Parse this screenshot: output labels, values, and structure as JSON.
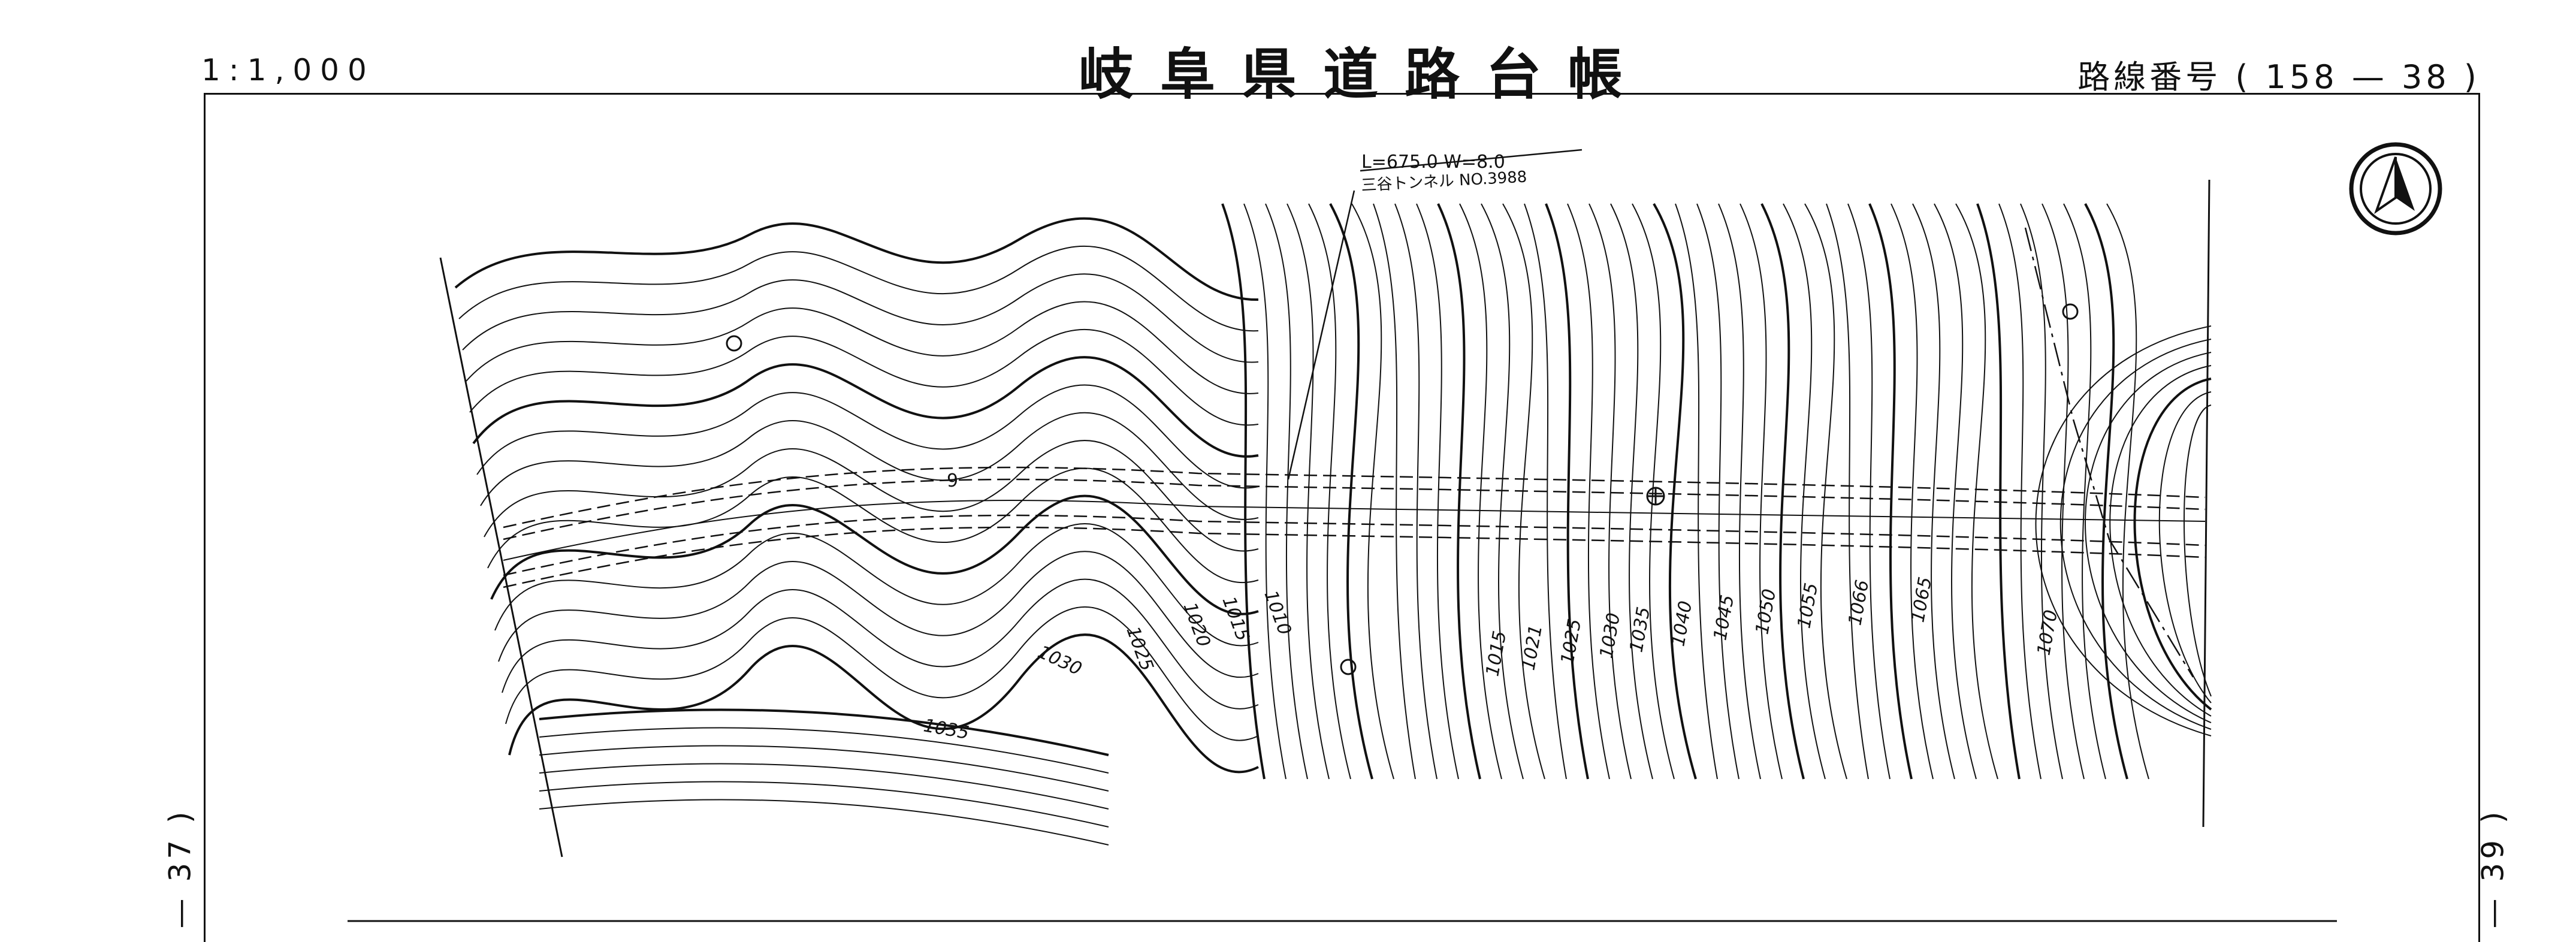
{
  "header": {
    "scale": "1:1,000",
    "title": "岐阜県道路台帳",
    "route_label": "路線番号",
    "route_number": "( 158 — 38 )"
  },
  "adjacent_sheets": {
    "previous": "— 37 )",
    "next": "— 39 )"
  },
  "map": {
    "tunnel_dimensions": "L=675.0 W=8.0",
    "tunnel_name": "三谷トンネル NO.3988",
    "north_arrow": "north-arrow-icon",
    "contour_labels": [
      "1035",
      "1030",
      "1025",
      "1020",
      "1015",
      "1010",
      "1015",
      "1021",
      "1025",
      "1030",
      "1035",
      "1040",
      "1045",
      "1050",
      "1055",
      "1066",
      "1065",
      "1070"
    ],
    "station_marker": "9",
    "line_color": "#111111"
  }
}
